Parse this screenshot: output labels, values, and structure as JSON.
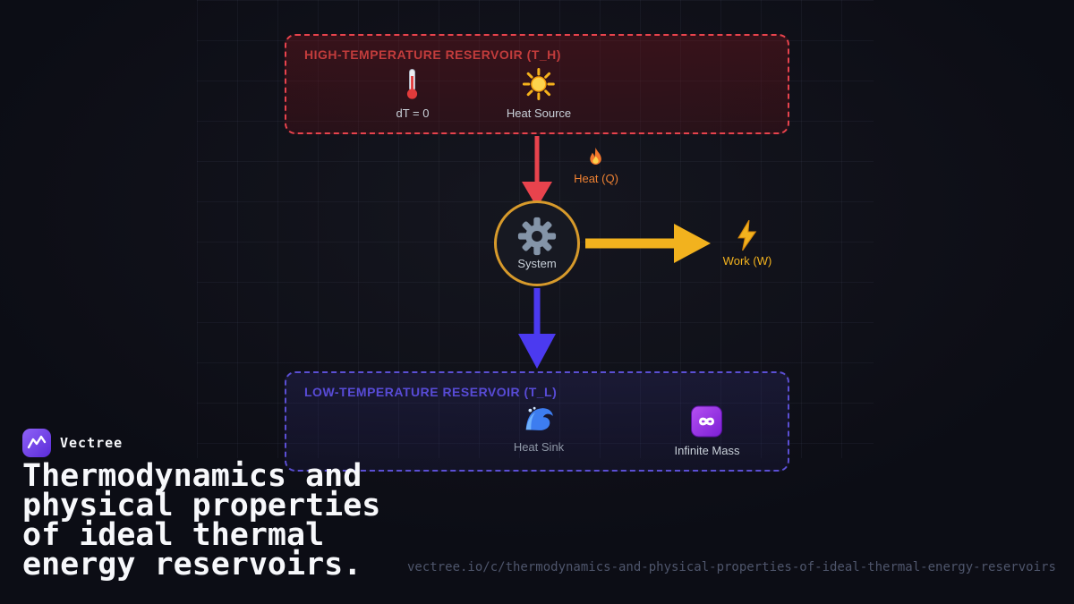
{
  "colors": {
    "red": "#e8434d",
    "red_title": "#c23c3c",
    "gold": "#f2b21e",
    "amber": "#d79a2b",
    "orange": "#ee8132",
    "blue": "#4b3af0",
    "indigo": "#5b4fd4",
    "indigo_title": "#584bd6",
    "text": "#c9d1d9",
    "muted": "#8e97a6",
    "url": "#4e556b",
    "white": "#f7f8fb"
  },
  "diagram": {
    "high_reservoir": {
      "title": "HIGH-TEMPERATURE RESERVOIR (T_H)",
      "items": [
        {
          "icon": "thermometer-icon",
          "label": "dT = 0"
        },
        {
          "icon": "sun-icon",
          "label": "Heat Source"
        }
      ]
    },
    "heat_label": "Heat (Q)",
    "system_label": "System",
    "work_label": "Work (W)",
    "low_reservoir": {
      "title": "LOW-TEMPERATURE RESERVOIR (T_L)",
      "items": [
        {
          "icon": "wave-icon",
          "label": "Heat Sink"
        },
        {
          "icon": "infinity-icon",
          "label": "Infinite Mass"
        }
      ]
    }
  },
  "branding": {
    "name": "Vectree",
    "headline": "Thermodynamics and physical properties of ideal thermal energy reservoirs.",
    "url": "vectree.io/c/thermodynamics-and-physical-properties-of-ideal-thermal-energy-reservoirs"
  }
}
